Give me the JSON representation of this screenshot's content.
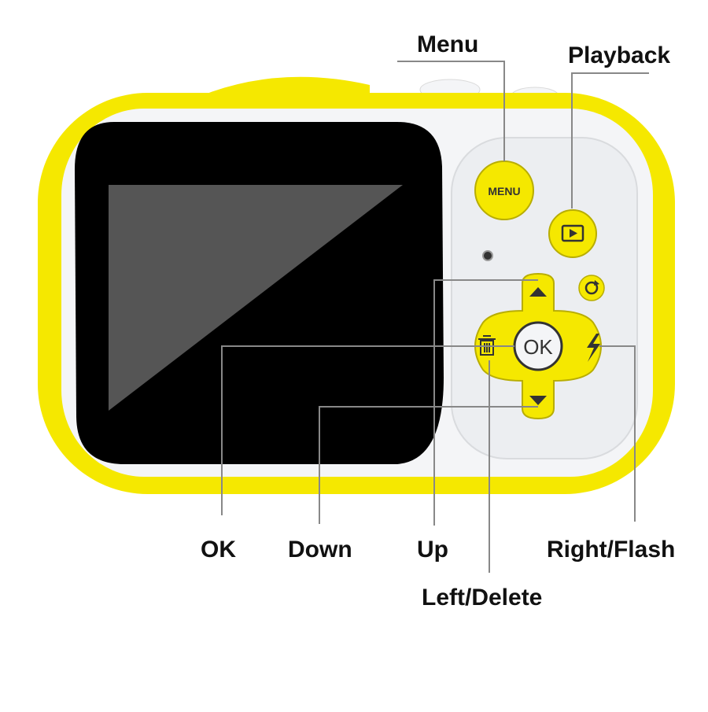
{
  "device": {
    "body_color": "#f5e800",
    "shell_color": "#f4f5f7",
    "screen_color": "#000000",
    "display_color": "#555555",
    "button_color": "#f5e800"
  },
  "buttons": {
    "menu": {
      "label": "MENU"
    },
    "ok": {
      "label": "OK"
    },
    "playback_icon": "play-icon",
    "up_icon": "triangle-up-icon",
    "down_icon": "triangle-down-icon",
    "left_icon": "trash-icon",
    "right_icon": "lightning-flash-icon",
    "mode_icon": "circle-arrow-icon"
  },
  "labels": {
    "menu": "Menu",
    "playback": "Playback",
    "ok": "OK",
    "down": "Down",
    "up": "Up",
    "right_flash": "Right/Flash",
    "left_delete": "Left/Delete"
  }
}
